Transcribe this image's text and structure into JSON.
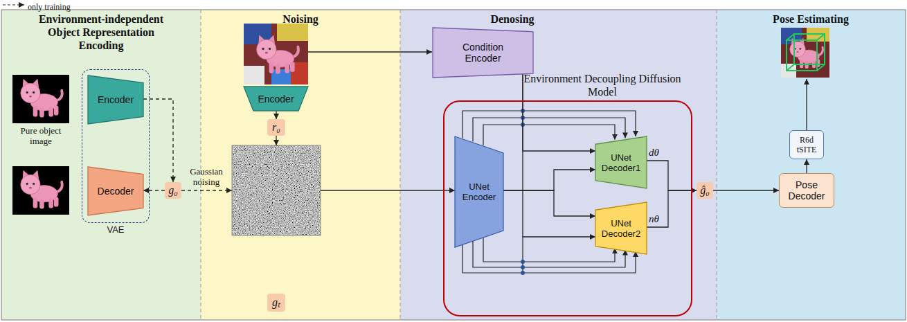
{
  "diagram": {
    "nodes": [
      {
        "text": [
          "Environment-independent Object Representation Encoding"
        ]
      },
      {
        "text": [
          "VAE"
        ],
        "in": 0
      },
      {
        "text": [
          "Encoder"
        ],
        "in": 1
      },
      {
        "text": [
          "Decoder"
        ],
        "in": 1
      },
      {
        "text": [
          "g₀"
        ],
        "in": 0
      },
      {
        "text": [
          "Noising"
        ]
      },
      {
        "text": [
          "Encoder"
        ],
        "in": 5
      },
      {
        "text": [
          "r₀"
        ],
        "in": 5
      },
      {
        "text": [
          "gₜ"
        ],
        "in": 5
      },
      {
        "text": [
          "Denosing"
        ]
      },
      {
        "text": [
          "Condition Encoder"
        ],
        "in": 9
      },
      {
        "text": [
          "Environment Decoupling Diffusion Model"
        ],
        "in": 9
      },
      {
        "text": [
          "UNet Encoder"
        ],
        "in": 11
      },
      {
        "text": [
          "UNet Decoder1"
        ],
        "in": 11
      },
      {
        "text": [
          "UNet Decoder2"
        ],
        "in": 11
      },
      {
        "text": [
          "ĝ₀"
        ],
        "in": 9
      },
      {
        "text": [
          "Pose Estimating"
        ]
      },
      {
        "text": [
          "Pose Decoder"
        ],
        "in": 16
      },
      {
        "text": [
          "R6d",
          "tSITE"
        ],
        "in": 16
      }
    ],
    "edges": [
      {
        "from": 2,
        "to": 4,
        "arrow": "to"
      },
      {
        "from": 4,
        "to": 3,
        "arrow": "to"
      },
      {
        "from": 4,
        "to": 8,
        "label": "Gaussian noising",
        "arrow": "to"
      },
      {
        "from": 6,
        "to": 7,
        "arrow": "to"
      },
      {
        "from": 7,
        "to": 8,
        "arrow": "to"
      },
      {
        "from": 8,
        "to": 12,
        "arrow": "to"
      },
      {
        "from": 10,
        "to": 13,
        "arrow": "to"
      },
      {
        "from": 10,
        "to": 14,
        "arrow": "to"
      },
      {
        "from": 12,
        "to": 13,
        "arrow": "to"
      },
      {
        "from": 12,
        "to": 14,
        "arrow": "to"
      },
      {
        "from": 13,
        "to": 15,
        "label": "dθ",
        "arrow": "to"
      },
      {
        "from": 14,
        "to": 15,
        "label": "nθ",
        "arrow": "to"
      },
      {
        "from": 15,
        "to": 17,
        "arrow": "to"
      },
      {
        "from": 17,
        "to": 18,
        "arrow": "to"
      }
    ],
    "labels": [
      "Pure object image"
    ],
    "legend": [
      {
        "text": "only training"
      }
    ]
  }
}
